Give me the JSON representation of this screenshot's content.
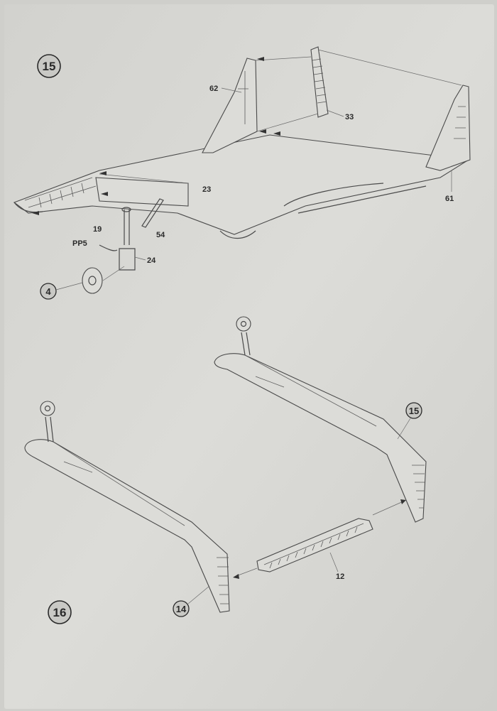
{
  "steps": {
    "step15": {
      "number": "15"
    },
    "step16": {
      "number": "16"
    }
  },
  "parts": {
    "p62": "62",
    "p33": "33",
    "p23": "23",
    "p61": "61",
    "p19": "19",
    "p54": "54",
    "pp5": "PP5",
    "p24": "24",
    "p4": "4",
    "p12": "12",
    "ref15": "15",
    "ref14": "14"
  },
  "colors": {
    "paper": "#d6d6d2",
    "ink": "#2a2a2a"
  }
}
